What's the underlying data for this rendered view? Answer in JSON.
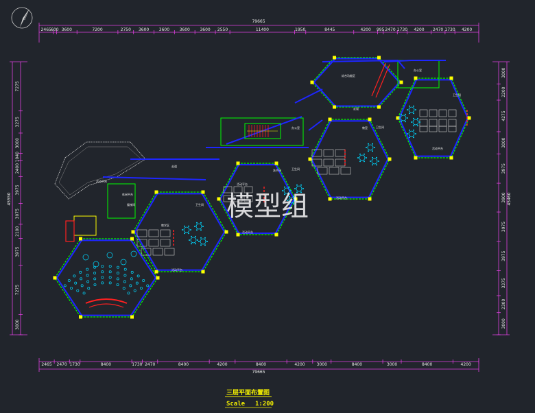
{
  "drawing": {
    "title": "三层平面布置图",
    "scale_label": "Scale",
    "scale_value": "1:200",
    "watermark": "模型组"
  },
  "dims": {
    "top_total": "79665",
    "top_segments": [
      "2465",
      "600",
      "3600",
      "7200",
      "2750",
      "3600",
      "3600",
      "3600",
      "3600",
      "2550",
      "11400",
      "1950",
      "8445",
      "4200",
      "995",
      "2470",
      "1730",
      "4200",
      "2470",
      "1730",
      "4200"
    ],
    "bottom_total": "79665",
    "bottom_segments": [
      "2465",
      "2470",
      "1730",
      "8400",
      "1730",
      "2470",
      "8400",
      "4200",
      "8400",
      "4200",
      "3000",
      "8400",
      "3000",
      "8400",
      "4200"
    ],
    "left_total": "45550",
    "left_segments": [
      "7275",
      "3275",
      "3000",
      "1040",
      "2400",
      "3975",
      "3075",
      "2100",
      "3975",
      "7275",
      "3000"
    ],
    "right_total": "45460",
    "right_segments": [
      "3000",
      "2200",
      "4275",
      "3000",
      "3975",
      "3900",
      "3975",
      "3975",
      "3375",
      "2300",
      "3000"
    ]
  },
  "room_labels": [
    "活动平台",
    "休闲平台",
    "楼梯间",
    "走道",
    "活动平台",
    "教学区",
    "卫生间",
    "活动平台",
    "洗手间",
    "活动平台",
    "卫生间",
    "办公室",
    "活动平台",
    "教室",
    "走道",
    "卫生间",
    "办公室",
    "综合功能区",
    "活动平台",
    "卫生间"
  ],
  "colors": {
    "background": "#21252c",
    "wall": "#1e26ff",
    "column": "#ffff00",
    "outline": "#00ff00",
    "dimension": "#e040e0",
    "furniture": "#00d8ff",
    "stair": "#ff2020",
    "text": "#e9e9e9"
  }
}
